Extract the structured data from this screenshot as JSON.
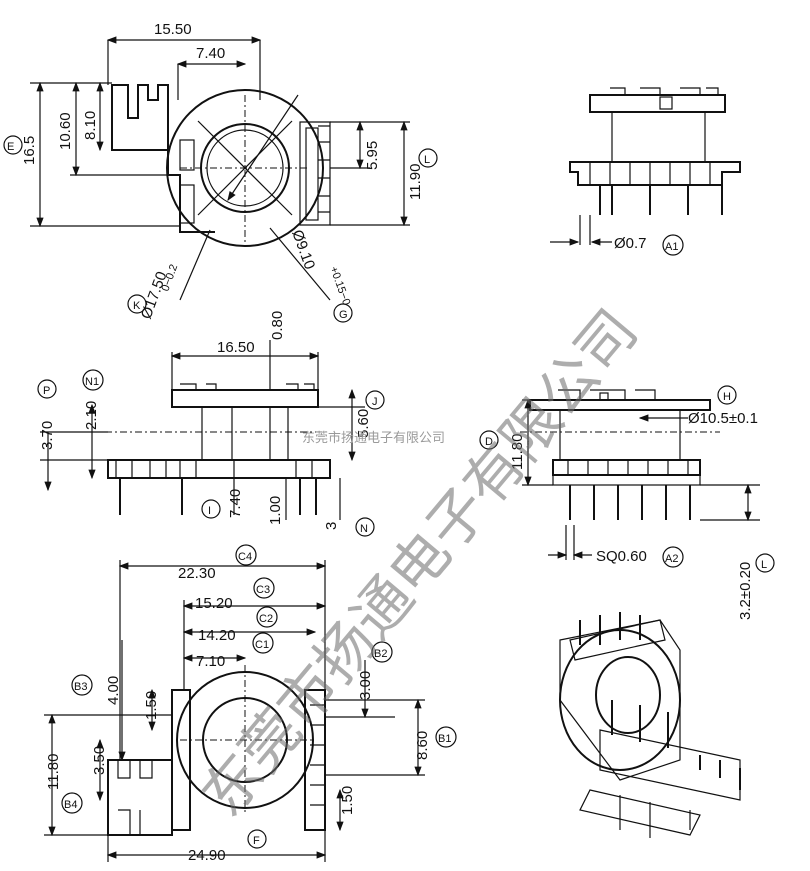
{
  "dimensions": {
    "top_width": "15.50",
    "top_half": "7.40",
    "top_h1": "10.60",
    "top_h2": "8.10",
    "top_total": "16.5",
    "top_right_a": "5.95",
    "top_right_b": "11.90",
    "diam_outer": "Ø17.50",
    "diam_outer_tol": "0−0.2",
    "diam_inner": "Ø9.10",
    "diam_inner_tol": "+0.15−0",
    "pin_diam": "Ø0.7",
    "side_width": "16.50",
    "side_top": "0.80",
    "side_left_a": "3.70",
    "side_left_b": "2.10",
    "side_mid": "5.60",
    "side_pin": "7.40",
    "side_foot": "1.00",
    "side_3": "3",
    "front_h": "11.80",
    "front_diam": "Ø10.5±0.1",
    "front_sq": "SQ0.60",
    "front_pin_len": "3.2±0.20",
    "bot_c4": "22.30",
    "bot_c3": "15.20",
    "bot_c2": "14.20",
    "bot_c1": "7.10",
    "bot_b3": "4.00",
    "bot_150a": "1.50",
    "bot_b2": "3.00",
    "bot_b1": "8.60",
    "bot_h": "11.80",
    "bot_350": "3.50",
    "bot_150b": "1.50",
    "bot_f": "24.90"
  },
  "callouts": {
    "E": "E",
    "L": "L",
    "K": "K",
    "G": "G",
    "A1": "A1",
    "P": "P",
    "N1": "N1",
    "J": "J",
    "N": "N",
    "I": "I",
    "H": "H",
    "D": "D",
    "A2": "A2",
    "L2": "L",
    "C4": "C4",
    "C3": "C3",
    "C2": "C2",
    "C1": "C1",
    "B3": "B3",
    "B2": "B2",
    "B1": "B1",
    "B4": "B4",
    "F": "F"
  },
  "watermark": {
    "main": "东莞市扬通电子有限公司",
    "small": "东莞市扬通电子有限公司"
  }
}
